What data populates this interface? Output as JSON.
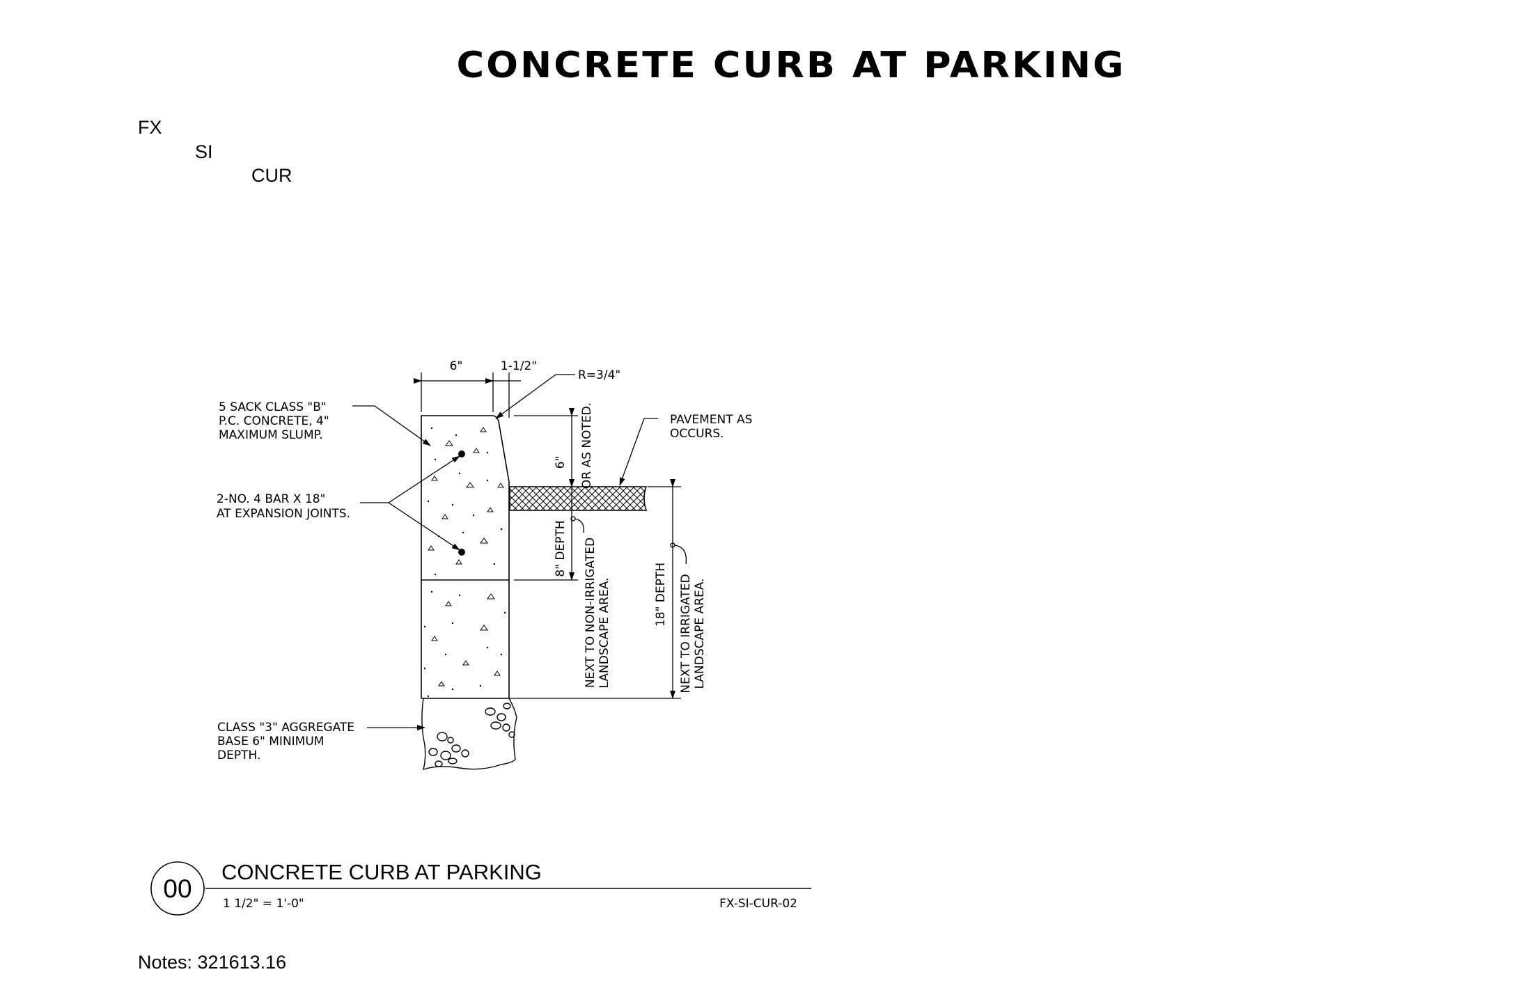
{
  "title": "CONCRETE CURB AT PARKING",
  "code_tree": [
    "FX",
    "SI",
    "CUR"
  ],
  "dims": {
    "width_top": "6\"",
    "chamfer": "1-1/2\"",
    "radius": "R=3/4\"",
    "height": "6\"",
    "height_note": "OR AS NOTED.",
    "depth_8": "8\" DEPTH",
    "depth_18": "18\" DEPTH"
  },
  "callouts": {
    "concrete": [
      "5 SACK CLASS \"B\"",
      "P.C. CONCRETE, 4\"",
      "MAXIMUM SLUMP."
    ],
    "rebar": [
      "2-NO. 4 BAR X 18\"",
      "AT EXPANSION JOINTS."
    ],
    "pavement": [
      "PAVEMENT AS",
      "OCCURS."
    ],
    "aggregate": [
      "CLASS \"3\" AGGREGATE",
      "BASE 6\" MINIMUM",
      "DEPTH."
    ],
    "non_irrigated": [
      "NEXT TO NON-IRRIGATED",
      "LANDSCAPE AREA."
    ],
    "irrigated": [
      "NEXT TO IRRIGATED",
      "LANDSCAPE AREA."
    ]
  },
  "title_block": {
    "number": "00",
    "name": "CONCRETE CURB AT PARKING",
    "scale": "1 1/2\" = 1'-0\"",
    "sheet_id": "FX-SI-CUR-02"
  },
  "notes": "Notes: 321613.16"
}
